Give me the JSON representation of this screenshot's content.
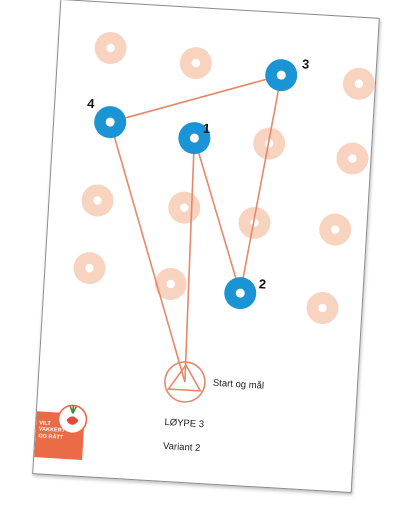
{
  "course": {
    "title": "LØYPE 3",
    "variant": "Variant 2",
    "start_label": "Start og mål"
  },
  "controls": [
    {
      "number": "1"
    },
    {
      "number": "2"
    },
    {
      "number": "3"
    },
    {
      "number": "4"
    }
  ],
  "badge": {
    "text": "VILT\nVAKKERT\nOG RÅTT"
  },
  "colors": {
    "active_control": "#1a94d4",
    "inactive_control": "#f7d3c0",
    "route_line": "#e8876a",
    "badge": "#ea6b45"
  },
  "icons": {
    "start": "triangle-in-circle-icon",
    "badge": "radish-icon"
  }
}
